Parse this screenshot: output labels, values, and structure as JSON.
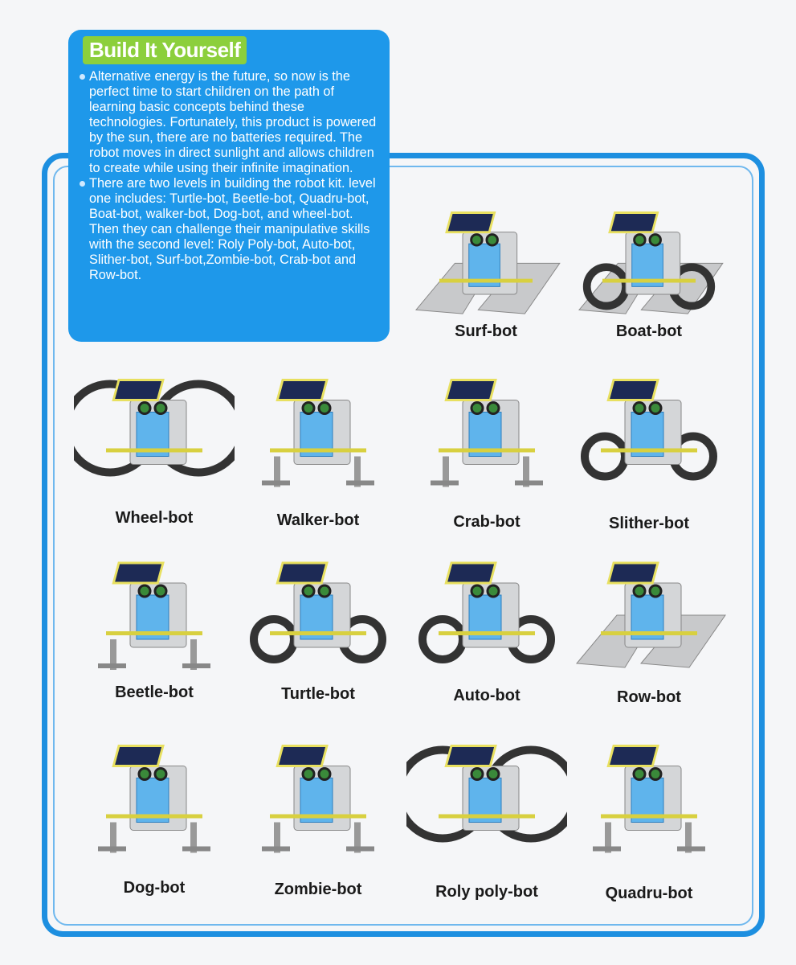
{
  "info": {
    "title": "Build It Yourself",
    "paragraphs": [
      "Alternative energy is the future, so now is the perfect time to start children on the path of learning basic concepts behind these technologies. Fortunately, this product is powered by the sun, there are no batteries required. The robot moves in direct sunlight and allows children to create while using their infinite imagination.",
      "There are two levels in building the robot kit. level one includes: Turtle-bot, Beetle-bot, Quadru-bot, Boat-bot, walker-bot, Dog-bot, and wheel-bot. Then they can challenge their manipulative skills with the second level: Roly Poly-bot, Auto-bot, Slither-bot, Surf-bot,Zombie-bot, Crab-bot and Row-bot."
    ]
  },
  "robots": [
    {
      "name": "Surf-bot",
      "kind": "surf"
    },
    {
      "name": "Boat-bot",
      "kind": "boat"
    },
    {
      "name": "Wheel-bot",
      "kind": "wheel"
    },
    {
      "name": "Walker-bot",
      "kind": "walker"
    },
    {
      "name": "Crab-bot",
      "kind": "crab"
    },
    {
      "name": "Slither-bot",
      "kind": "slither"
    },
    {
      "name": "Beetle-bot",
      "kind": "beetle"
    },
    {
      "name": "Turtle-bot",
      "kind": "turtle"
    },
    {
      "name": "Auto-bot",
      "kind": "auto"
    },
    {
      "name": "Row-bot",
      "kind": "row"
    },
    {
      "name": "Dog-bot",
      "kind": "dog"
    },
    {
      "name": "Zombie-bot",
      "kind": "zombie"
    },
    {
      "name": "Roly poly-bot",
      "kind": "roly"
    },
    {
      "name": "Quadru-bot",
      "kind": "quadru"
    }
  ],
  "colors": {
    "frame": "#1d8fe0",
    "infobox": "#1e98ea",
    "badge": "#8ccf3c"
  }
}
